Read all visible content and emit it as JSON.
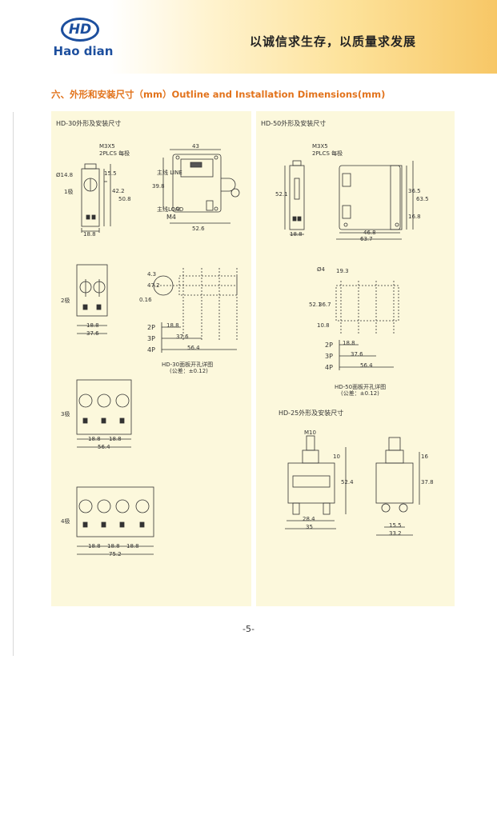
{
  "header": {
    "logo_mark": "HD",
    "brand": "Hao dian",
    "slogan": "以诚信求生存，以质量求发展"
  },
  "section_title": "六、外形和安装尺寸（mm）Outline and Installation Dimensions(mm)",
  "hd30": {
    "title": "HD-30外形及安装尺寸",
    "screw": "M3X5",
    "plcs": "2PLCS 每极",
    "dia": "Ø14.8",
    "pole1": "1极",
    "pole2": "2极",
    "pole3": "3极",
    "pole4": "4极",
    "d_43": "43",
    "d_39_8": "39.8",
    "d_52_6": "52.6",
    "d_18_8": "18.8",
    "d_42_2": "42.2",
    "d_50_8": "50.8",
    "d_15_5": "15.5",
    "d_4_3": "4.3",
    "d_37_6": "37.6",
    "d_56_4": "56.4",
    "d_75_2": "75.2",
    "d_47_2": "47.2",
    "d_r016": "0.16",
    "line": "主线 LINE",
    "load": "主线LOAD",
    "m4": "M4",
    "p2": "2P",
    "p3": "3P",
    "p4": "4P",
    "cut_title": "HD-30面板开孔详图",
    "tol": "(公差：±0.12)"
  },
  "hd50": {
    "title": "HD-50外形及安装尺寸",
    "screw": "M3X5",
    "plcs": "2PLCS 每极",
    "d_52_1": "52.1",
    "d_36_5": "36.5",
    "d_63_5": "63.5",
    "d_16_8": "16.8",
    "d_46_8": "46.8",
    "d_63_7": "63.7",
    "d_18_8": "18.8",
    "d_19_3": "19.3",
    "d_36_7": "36.7",
    "d_10_8": "10.8",
    "d_37_6": "37.6",
    "d_56_4": "56.4",
    "d_phi4": "Ø4",
    "p2": "2P",
    "p3": "3P",
    "p4": "4P",
    "cut_title": "HD-50面板开孔详图",
    "tol": "(公差：±0.12)"
  },
  "hd25": {
    "title": "HD-25外形及安装尺寸",
    "m10": "M10",
    "d_10": "10",
    "d_52_4": "52.4",
    "d_28_4": "28.4",
    "d_35": "35",
    "d_16": "16",
    "d_37_8": "37.8",
    "d_15_5": "15.5",
    "d_33_2": "33.2"
  },
  "page_number": "-5-"
}
